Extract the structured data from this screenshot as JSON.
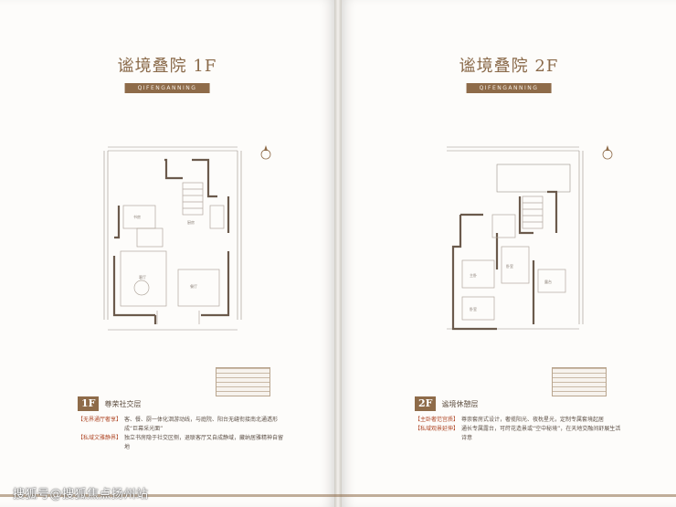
{
  "left": {
    "title": "谧境叠院 1F",
    "subtitle": "QIFENGANNING",
    "floor_tag": "1F",
    "floor_name": "尊荣社交层",
    "desc": [
      {
        "key": "【无界通厅奢享】",
        "text": "客、餐、厨一体化洄游动线，与庭院、阳台无缝衔接南北通透形成“巨幕采光面”"
      },
      {
        "key": "【私域文雅静界】",
        "text": "独立书房隐于社交区侧，退联客厅又自成静域，藏纳居雅精神自留地"
      }
    ]
  },
  "right": {
    "title": "谧境叠院 2F",
    "subtitle": "QIFENGANNING",
    "floor_tag": "2F",
    "floor_name": "谧境休憩层",
    "desc": [
      {
        "key": "【主卧奢范宫质】",
        "text": "尊崇套房式设计，奢揽阳光、夜枕星光，定制专属套境起居"
      },
      {
        "key": "【私域观景延伸】",
        "text": "通长专属露台，可莳花造景或“空中秘境”，在天地交融间舒展生活诗意"
      }
    ]
  },
  "watermark": "搜狐号@搜狐焦点扬州站"
}
